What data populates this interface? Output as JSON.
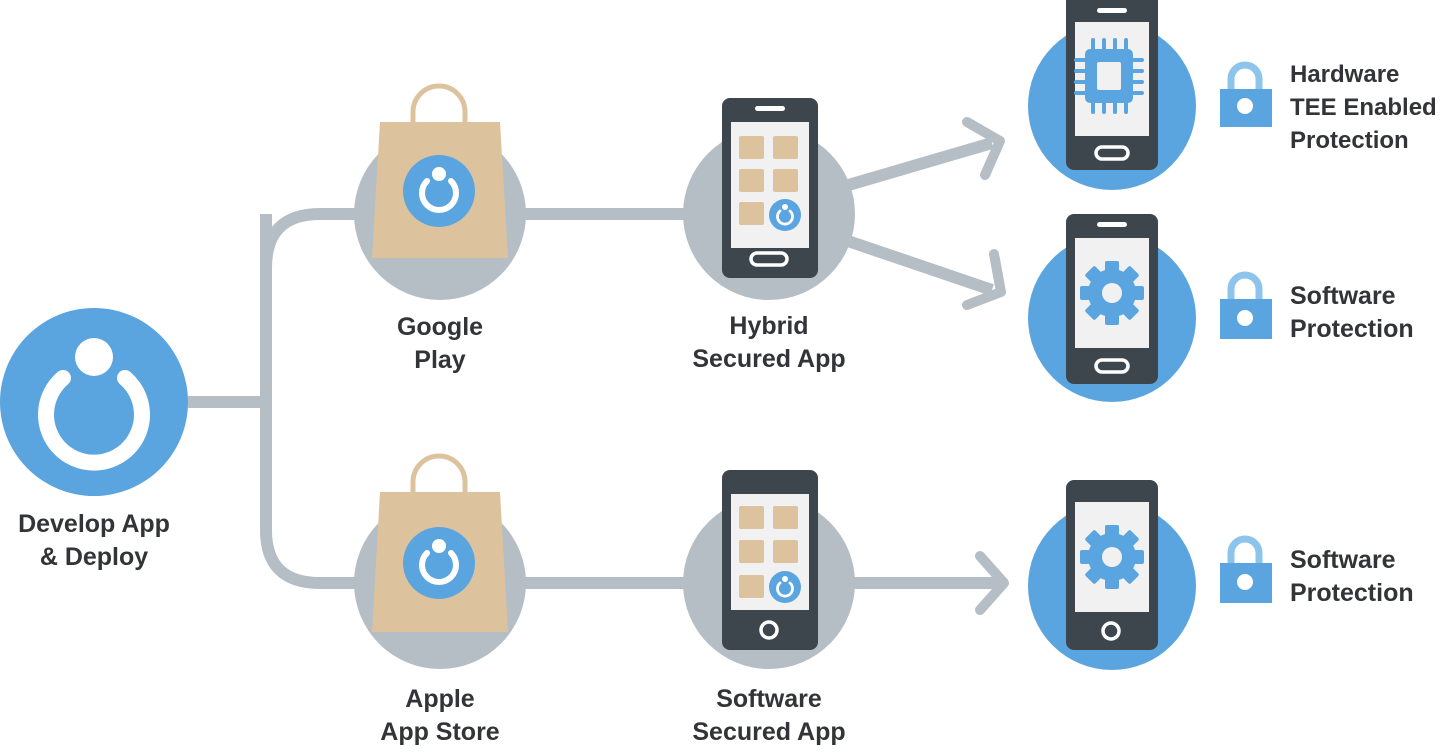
{
  "colors": {
    "primary_blue": "#5aa5df",
    "gray_circle": "#b5bec5",
    "line": "#b5bec5",
    "phone_dark": "#3e464d",
    "phone_screen": "#f1f1f1",
    "bag": "#dcc39e",
    "tile": "#dcc39e",
    "lock_blue": "#5aa5df",
    "lock_shackle": "#8cc4ec",
    "text": "#333438"
  },
  "icons": {
    "app_logo": "logo-ring-icon",
    "store": "shopping-bag-icon",
    "phone": "smartphone-icon",
    "chip": "cpu-chip-icon",
    "gear": "gear-icon",
    "lock": "padlock-icon",
    "arrow": "chevron-arrow-icon"
  },
  "nodes": {
    "develop": {
      "line1": "Develop App",
      "line2": "& Deploy"
    },
    "google_play": {
      "line1": "Google",
      "line2": "Play"
    },
    "apple_store": {
      "line1": "Apple",
      "line2": "App Store"
    },
    "hybrid_app": {
      "line1": "Hybrid",
      "line2": "Secured App"
    },
    "software_app": {
      "line1": "Software",
      "line2": "Secured App"
    },
    "hardware_tee": {
      "line1": "Hardware",
      "line2": "TEE Enabled",
      "line3": "Protection"
    },
    "software_protection_top": {
      "line1": "Software",
      "line2": "Protection"
    },
    "software_protection_bottom": {
      "line1": "Software",
      "line2": "Protection"
    }
  }
}
